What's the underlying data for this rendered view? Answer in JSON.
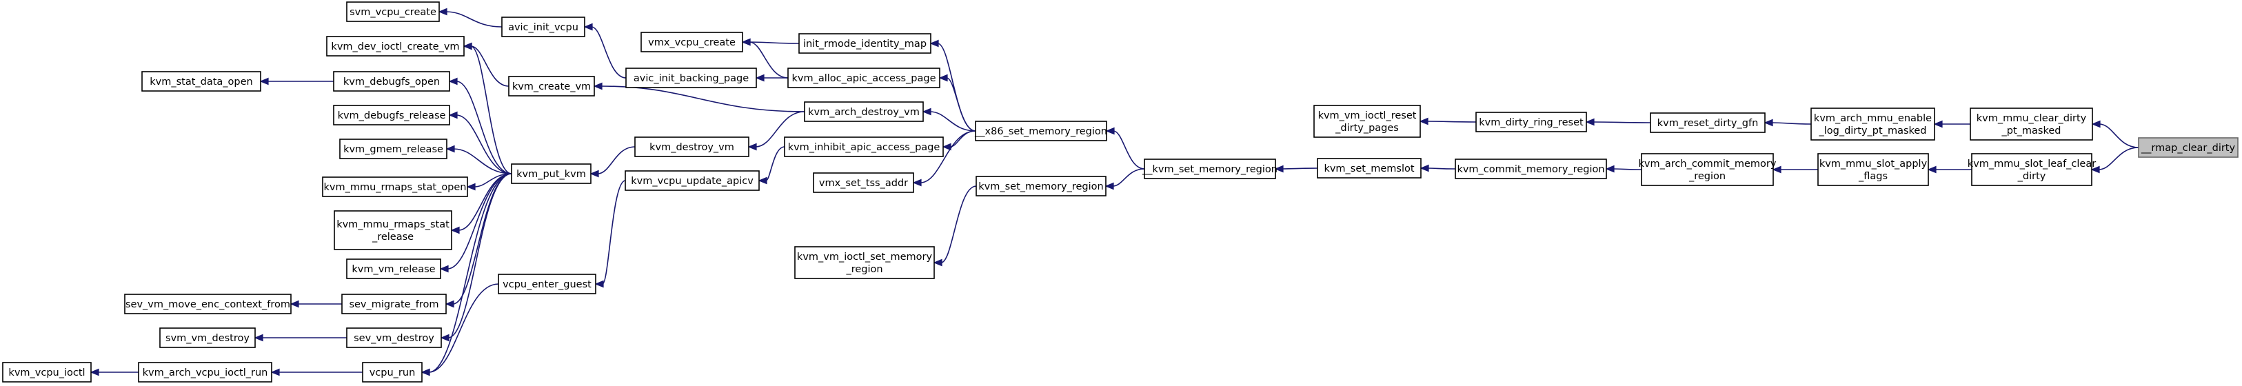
{
  "graph": {
    "nodes": [
      {
        "id": "svm_vcpu_create",
        "lines": [
          "svm_vcpu_create"
        ]
      },
      {
        "id": "avic_init_vcpu",
        "lines": [
          "avic_init_vcpu"
        ]
      },
      {
        "id": "kvm_dev_ioctl_create_vm",
        "lines": [
          "kvm_dev_ioctl_create_vm"
        ]
      },
      {
        "id": "kvm_stat_data_open",
        "lines": [
          "kvm_stat_data_open"
        ]
      },
      {
        "id": "kvm_debugfs_open",
        "lines": [
          "kvm_debugfs_open"
        ]
      },
      {
        "id": "kvm_debugfs_release",
        "lines": [
          "kvm_debugfs_release"
        ]
      },
      {
        "id": "kvm_gmem_release",
        "lines": [
          "kvm_gmem_release"
        ]
      },
      {
        "id": "kvm_mmu_rmaps_stat_open",
        "lines": [
          "kvm_mmu_rmaps_stat_open"
        ]
      },
      {
        "id": "kvm_mmu_rmaps_stat_release",
        "lines": [
          "kvm_mmu_rmaps_stat",
          "_release"
        ]
      },
      {
        "id": "kvm_vm_release",
        "lines": [
          "kvm_vm_release"
        ]
      },
      {
        "id": "sev_vm_move_enc_context_from",
        "lines": [
          "sev_vm_move_enc_context_from"
        ]
      },
      {
        "id": "sev_migrate_from",
        "lines": [
          "sev_migrate_from"
        ]
      },
      {
        "id": "svm_vm_destroy",
        "lines": [
          "svm_vm_destroy"
        ]
      },
      {
        "id": "sev_vm_destroy",
        "lines": [
          "sev_vm_destroy"
        ]
      },
      {
        "id": "kvm_vcpu_ioctl",
        "lines": [
          "kvm_vcpu_ioctl"
        ]
      },
      {
        "id": "kvm_arch_vcpu_ioctl_run",
        "lines": [
          "kvm_arch_vcpu_ioctl_run"
        ]
      },
      {
        "id": "vcpu_run",
        "lines": [
          "vcpu_run"
        ]
      },
      {
        "id": "kvm_create_vm",
        "lines": [
          "kvm_create_vm"
        ]
      },
      {
        "id": "kvm_put_kvm",
        "lines": [
          "kvm_put_kvm"
        ]
      },
      {
        "id": "vcpu_enter_guest",
        "lines": [
          "vcpu_enter_guest"
        ]
      },
      {
        "id": "vmx_vcpu_create",
        "lines": [
          "vmx_vcpu_create"
        ]
      },
      {
        "id": "avic_init_backing_page",
        "lines": [
          "avic_init_backing_page"
        ]
      },
      {
        "id": "kvm_destroy_vm",
        "lines": [
          "kvm_destroy_vm"
        ]
      },
      {
        "id": "kvm_vcpu_update_apicv",
        "lines": [
          "kvm_vcpu_update_apicv"
        ]
      },
      {
        "id": "kvm_vm_ioctl_set_memory_region",
        "lines": [
          "kvm_vm_ioctl_set_memory",
          "_region"
        ]
      },
      {
        "id": "init_rmode_identity_map",
        "lines": [
          "init_rmode_identity_map"
        ]
      },
      {
        "id": "kvm_alloc_apic_access_page",
        "lines": [
          "kvm_alloc_apic_access_page"
        ]
      },
      {
        "id": "kvm_arch_destroy_vm",
        "lines": [
          "kvm_arch_destroy_vm"
        ]
      },
      {
        "id": "kvm_inhibit_apic_access_page",
        "lines": [
          "kvm_inhibit_apic_access_page"
        ]
      },
      {
        "id": "vmx_set_tss_addr",
        "lines": [
          "vmx_set_tss_addr"
        ]
      },
      {
        "id": "kvm_set_memory_region",
        "lines": [
          "kvm_set_memory_region"
        ]
      },
      {
        "id": "__x86_set_memory_region",
        "lines": [
          "__x86_set_memory_region"
        ]
      },
      {
        "id": "__kvm_set_memory_region",
        "lines": [
          "__kvm_set_memory_region"
        ]
      },
      {
        "id": "kvm_vm_ioctl_reset_dirty_pages",
        "lines": [
          "kvm_vm_ioctl_reset",
          "_dirty_pages"
        ]
      },
      {
        "id": "kvm_set_memslot",
        "lines": [
          "kvm_set_memslot"
        ]
      },
      {
        "id": "kvm_dirty_ring_reset",
        "lines": [
          "kvm_dirty_ring_reset"
        ]
      },
      {
        "id": "kvm_commit_memory_region",
        "lines": [
          "kvm_commit_memory_region"
        ]
      },
      {
        "id": "kvm_reset_dirty_gfn",
        "lines": [
          "kvm_reset_dirty_gfn"
        ]
      },
      {
        "id": "kvm_arch_commit_memory_region",
        "lines": [
          "kvm_arch_commit_memory",
          "_region"
        ]
      },
      {
        "id": "kvm_arch_mmu_enable_log_dirty_pt_masked",
        "lines": [
          "kvm_arch_mmu_enable",
          "_log_dirty_pt_masked"
        ]
      },
      {
        "id": "kvm_mmu_slot_apply_flags",
        "lines": [
          "kvm_mmu_slot_apply",
          "_flags"
        ]
      },
      {
        "id": "kvm_mmu_clear_dirty_pt_masked",
        "lines": [
          "kvm_mmu_clear_dirty",
          "_pt_masked"
        ]
      },
      {
        "id": "kvm_mmu_slot_leaf_clear_dirty",
        "lines": [
          "kvm_mmu_slot_leaf_clear",
          "_dirty"
        ]
      },
      {
        "id": "__rmap_clear_dirty",
        "lines": [
          "__rmap_clear_dirty"
        ],
        "highlight": true
      }
    ],
    "edges": [
      [
        "svm_vcpu_create",
        "avic_init_vcpu"
      ],
      [
        "avic_init_vcpu",
        "avic_init_backing_page"
      ],
      [
        "kvm_dev_ioctl_create_vm",
        "kvm_create_vm"
      ],
      [
        "kvm_dev_ioctl_create_vm",
        "kvm_put_kvm"
      ],
      [
        "kvm_stat_data_open",
        "kvm_debugfs_open"
      ],
      [
        "kvm_debugfs_open",
        "kvm_put_kvm"
      ],
      [
        "kvm_debugfs_release",
        "kvm_put_kvm"
      ],
      [
        "kvm_gmem_release",
        "kvm_put_kvm"
      ],
      [
        "kvm_mmu_rmaps_stat_open",
        "kvm_put_kvm"
      ],
      [
        "kvm_mmu_rmaps_stat_release",
        "kvm_put_kvm"
      ],
      [
        "kvm_vm_release",
        "kvm_put_kvm"
      ],
      [
        "sev_vm_move_enc_context_from",
        "sev_migrate_from"
      ],
      [
        "sev_migrate_from",
        "kvm_put_kvm"
      ],
      [
        "svm_vm_destroy",
        "sev_vm_destroy"
      ],
      [
        "sev_vm_destroy",
        "kvm_put_kvm"
      ],
      [
        "kvm_vcpu_ioctl",
        "kvm_arch_vcpu_ioctl_run"
      ],
      [
        "kvm_arch_vcpu_ioctl_run",
        "vcpu_run"
      ],
      [
        "vcpu_run",
        "kvm_put_kvm"
      ],
      [
        "vcpu_run",
        "vcpu_enter_guest"
      ],
      [
        "kvm_create_vm",
        "kvm_arch_destroy_vm"
      ],
      [
        "kvm_put_kvm",
        "kvm_destroy_vm"
      ],
      [
        "kvm_destroy_vm",
        "kvm_arch_destroy_vm"
      ],
      [
        "vcpu_enter_guest",
        "kvm_vcpu_update_apicv"
      ],
      [
        "kvm_vcpu_update_apicv",
        "kvm_inhibit_apic_access_page"
      ],
      [
        "vmx_vcpu_create",
        "init_rmode_identity_map"
      ],
      [
        "vmx_vcpu_create",
        "kvm_alloc_apic_access_page"
      ],
      [
        "avic_init_backing_page",
        "kvm_alloc_apic_access_page"
      ],
      [
        "init_rmode_identity_map",
        "__x86_set_memory_region"
      ],
      [
        "kvm_alloc_apic_access_page",
        "__x86_set_memory_region"
      ],
      [
        "kvm_arch_destroy_vm",
        "__x86_set_memory_region"
      ],
      [
        "kvm_inhibit_apic_access_page",
        "__x86_set_memory_region"
      ],
      [
        "vmx_set_tss_addr",
        "__x86_set_memory_region"
      ],
      [
        "kvm_vm_ioctl_set_memory_region",
        "kvm_set_memory_region"
      ],
      [
        "kvm_set_memory_region",
        "__kvm_set_memory_region"
      ],
      [
        "__x86_set_memory_region",
        "__kvm_set_memory_region"
      ],
      [
        "__kvm_set_memory_region",
        "kvm_set_memslot"
      ],
      [
        "kvm_vm_ioctl_reset_dirty_pages",
        "kvm_dirty_ring_reset"
      ],
      [
        "kvm_dirty_ring_reset",
        "kvm_reset_dirty_gfn"
      ],
      [
        "kvm_set_memslot",
        "kvm_commit_memory_region"
      ],
      [
        "kvm_commit_memory_region",
        "kvm_arch_commit_memory_region"
      ],
      [
        "kvm_reset_dirty_gfn",
        "kvm_arch_mmu_enable_log_dirty_pt_masked"
      ],
      [
        "kvm_arch_commit_memory_region",
        "kvm_mmu_slot_apply_flags"
      ],
      [
        "kvm_arch_mmu_enable_log_dirty_pt_masked",
        "kvm_mmu_clear_dirty_pt_masked"
      ],
      [
        "kvm_mmu_slot_apply_flags",
        "kvm_mmu_slot_leaf_clear_dirty"
      ],
      [
        "kvm_mmu_clear_dirty_pt_masked",
        "__rmap_clear_dirty"
      ],
      [
        "kvm_mmu_slot_leaf_clear_dirty",
        "__rmap_clear_dirty"
      ]
    ]
  }
}
